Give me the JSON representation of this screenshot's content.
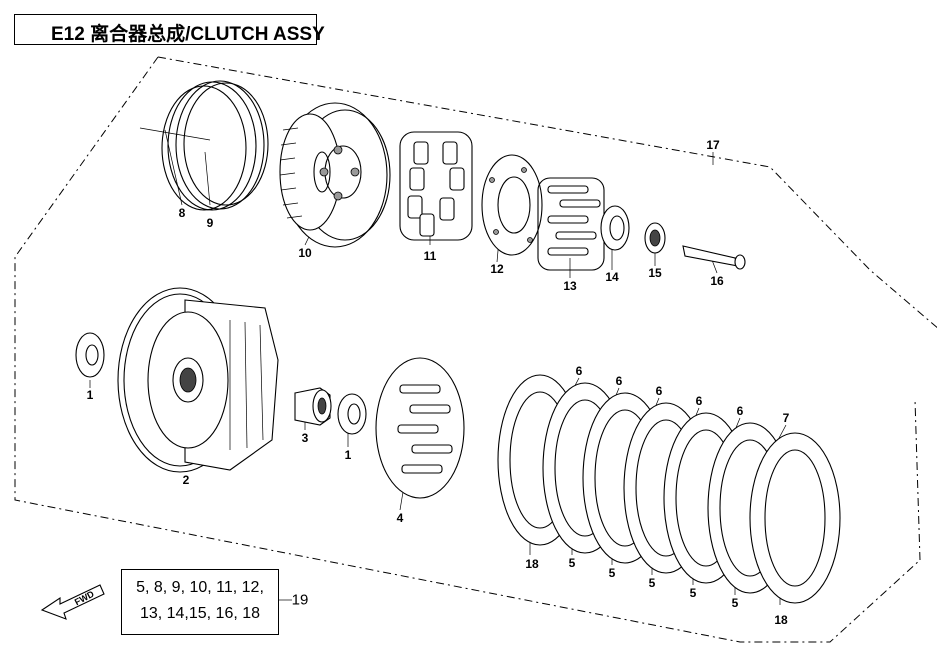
{
  "title": "E12  离合器总成/CLUTCH ASSY",
  "kit": {
    "line1": "5, 8, 9, 10, 11, 12,",
    "line2": "13, 14,15, 16, 18",
    "label": "19"
  },
  "fwd_label": "FWD",
  "callouts": [
    "1",
    "2",
    "3",
    "1",
    "4",
    "5",
    "5",
    "5",
    "5",
    "5",
    "6",
    "6",
    "6",
    "6",
    "6",
    "7",
    "18",
    "18",
    "8",
    "9",
    "10",
    "11",
    "12",
    "13",
    "14",
    "15",
    "16",
    "17"
  ]
}
